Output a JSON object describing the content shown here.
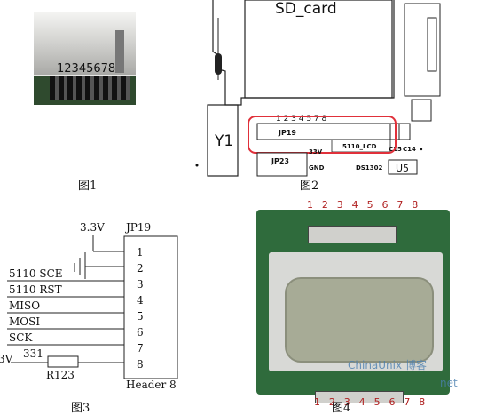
{
  "fig1": {
    "caption": "图1",
    "pin_numbers": "12345678"
  },
  "fig2": {
    "caption": "图2",
    "sd_label": "SD_card",
    "y1_label": "Y1",
    "pin_numbers": "1 2 3 4 5 7 8",
    "jp19": "JP19",
    "lcd_label": "5110_LCD",
    "c15": "C15",
    "c14": "C14",
    "jp23": "JP23",
    "v33": "33V",
    "gnd": "GND",
    "ds": "DS1302",
    "u5": "U5",
    "highlight_color": "#e0303a"
  },
  "fig3": {
    "caption": "图3",
    "vcc": "3.3V",
    "header": "JP19",
    "header_type": "Header 8",
    "pins": [
      "1",
      "2",
      "3",
      "4",
      "5",
      "6",
      "7",
      "8"
    ],
    "signals": [
      "5110 SCE",
      "5110 RST",
      "MISO",
      "MOSI",
      "SCK"
    ],
    "resistor_value": "331",
    "resistor_name": "R123",
    "left_voltage": "3V"
  },
  "fig4": {
    "caption": "图4",
    "top_pins": "1 2 3 4 5 6 7 8",
    "bottom_pins": "1 2 3 4 5 6 7 8",
    "watermark": "ChinaUnix",
    "watermark_sub": "博客",
    "watermark_net": "net",
    "board_color": "#2f6b3c"
  }
}
